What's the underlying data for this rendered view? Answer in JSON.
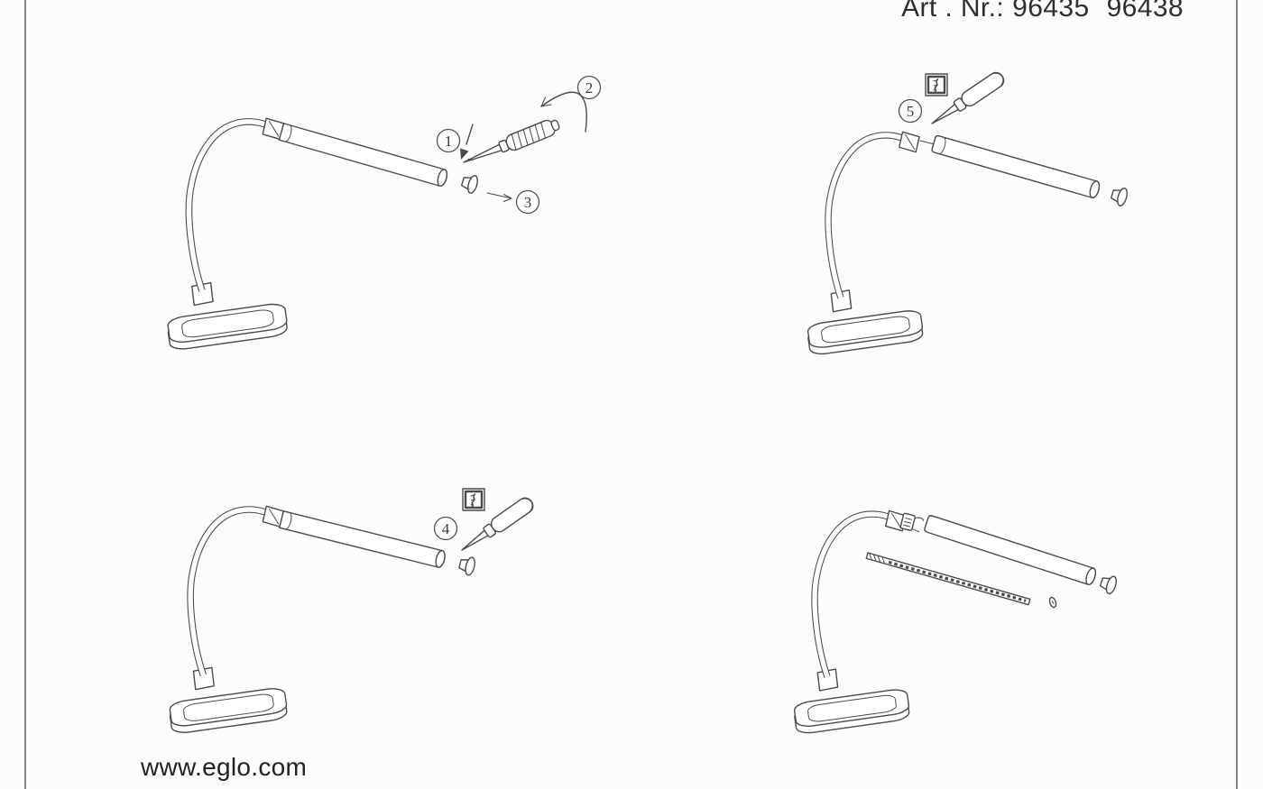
{
  "header": {
    "art_label": "Art . Nr.:",
    "art_numbers": [
      "96435",
      "96438"
    ]
  },
  "footer": {
    "website": "www.eglo.com"
  },
  "panels": [
    {
      "name": "remove-end-cap-steps-1-2-3",
      "badges": [
        "1",
        "2",
        "3"
      ]
    },
    {
      "name": "unscrew-neck-joint-step-5",
      "badges": [
        "5"
      ]
    },
    {
      "name": "unscrew-tube-end-step-4",
      "badges": [
        "4"
      ]
    },
    {
      "name": "exploded-tube-led-strip",
      "badges": []
    }
  ],
  "icons": {
    "tool_symbol": "screwdriver-required-icon",
    "screwdriver": "screwdriver-icon"
  },
  "colors": {
    "line": "#4a4a4a",
    "text": "#2f2f2f",
    "rule": "#858585"
  }
}
